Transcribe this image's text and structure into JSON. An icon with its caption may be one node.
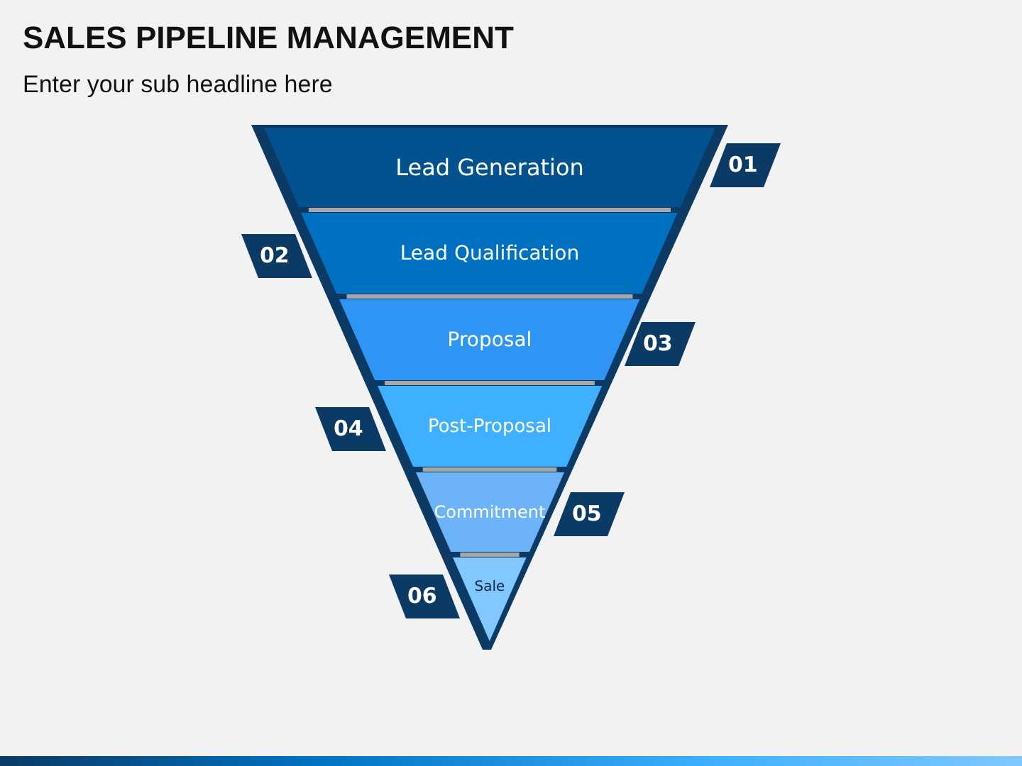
{
  "diagram": {
    "title": "SALES PIPELINE MANAGEMENT",
    "caption": "Enter your sub headline here",
    "nodes": [
      {
        "text": [
          "Lead Generation"
        ],
        "beside": [
          "01"
        ]
      },
      {
        "text": [
          "Lead Qualification"
        ],
        "beside": [
          "02"
        ]
      },
      {
        "text": [
          "Proposal"
        ],
        "beside": [
          "03"
        ]
      },
      {
        "text": [
          "Post-Proposal"
        ],
        "beside": [
          "04"
        ]
      },
      {
        "text": [
          "Commitment"
        ],
        "beside": [
          "05"
        ]
      },
      {
        "text": [
          "Sale"
        ],
        "beside": [
          "06"
        ]
      }
    ]
  }
}
